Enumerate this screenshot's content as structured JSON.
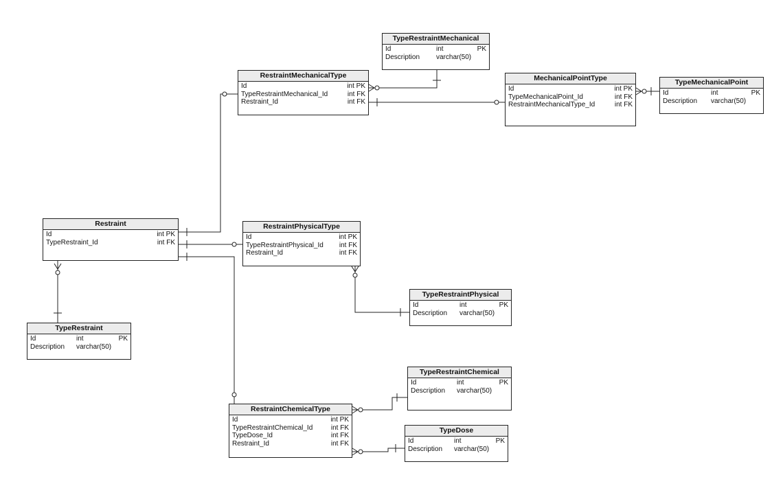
{
  "entities": [
    {
      "id": "TypeRestraintMechanical",
      "title": "TypeRestraintMechanical",
      "columns": [
        {
          "name": "Id",
          "type": "int",
          "key": "PK"
        },
        {
          "name": "Description",
          "type": "varchar(50)",
          "key": ""
        }
      ]
    },
    {
      "id": "RestraintMechanicalType",
      "title": "RestraintMechanicalType",
      "columns": [
        {
          "name": "Id",
          "type": "int PK"
        },
        {
          "name": "TypeRestraintMechanical_Id",
          "type": "int FK"
        },
        {
          "name": "Restraint_Id",
          "type": "int FK"
        }
      ]
    },
    {
      "id": "MechanicalPointType",
      "title": "MechanicalPointType",
      "columns": [
        {
          "name": "Id",
          "type": "int PK"
        },
        {
          "name": "TypeMechanicalPoint_Id",
          "type": "int FK"
        },
        {
          "name": "RestraintMechanicalType_Id",
          "type": "int FK"
        }
      ]
    },
    {
      "id": "TypeMechanicalPoint",
      "title": "TypeMechanicalPoint",
      "columns": [
        {
          "name": "Id",
          "type": "int",
          "key": "PK"
        },
        {
          "name": "Description",
          "type": "varchar(50)",
          "key": ""
        }
      ]
    },
    {
      "id": "Restraint",
      "title": "Restraint",
      "columns": [
        {
          "name": "Id",
          "type": "int PK"
        },
        {
          "name": "TypeRestraint_Id",
          "type": "int FK"
        }
      ]
    },
    {
      "id": "RestraintPhysicalType",
      "title": "RestraintPhysicalType",
      "columns": [
        {
          "name": "Id",
          "type": "int PK"
        },
        {
          "name": "TypeRestraintPhysical_Id",
          "type": "int FK"
        },
        {
          "name": "Restraint_Id",
          "type": "int FK"
        }
      ]
    },
    {
      "id": "TypeRestraintPhysical",
      "title": "TypeRestraintPhysical",
      "columns": [
        {
          "name": "Id",
          "type": "int",
          "key": "PK"
        },
        {
          "name": "Description",
          "type": "varchar(50)",
          "key": ""
        }
      ]
    },
    {
      "id": "TypeRestraint",
      "title": "TypeRestraint",
      "columns": [
        {
          "name": "Id",
          "type": "int",
          "key": "PK"
        },
        {
          "name": "Description",
          "type": "varchar(50)",
          "key": ""
        }
      ]
    },
    {
      "id": "TypeRestraintChemical",
      "title": "TypeRestraintChemical",
      "columns": [
        {
          "name": "Id",
          "type": "int",
          "key": "PK"
        },
        {
          "name": "Description",
          "type": "varchar(50)",
          "key": ""
        }
      ]
    },
    {
      "id": "RestraintChemicalType",
      "title": "RestraintChemicalType",
      "columns": [
        {
          "name": "Id",
          "type": "int PK"
        },
        {
          "name": "TypeRestraintChemical_Id",
          "type": "int FK"
        },
        {
          "name": "TypeDose_Id",
          "type": "int FK"
        },
        {
          "name": "Restraint_Id",
          "type": "int FK"
        }
      ]
    },
    {
      "id": "TypeDose",
      "title": "TypeDose",
      "columns": [
        {
          "name": "Id",
          "type": "int",
          "key": "PK"
        },
        {
          "name": "Description",
          "type": "varchar(50)",
          "key": ""
        }
      ]
    }
  ],
  "relationships": [
    {
      "from": "Restraint",
      "to": "RestraintMechanicalType",
      "from_end": "one",
      "to_end": "zero-or-one"
    },
    {
      "from": "TypeRestraintMechanical",
      "to": "RestraintMechanicalType",
      "from_end": "one",
      "to_end": "zero-or-many"
    },
    {
      "from": "RestraintMechanicalType",
      "to": "MechanicalPointType",
      "from_end": "one",
      "to_end": "zero-or-one"
    },
    {
      "from": "TypeMechanicalPoint",
      "to": "MechanicalPointType",
      "from_end": "one",
      "to_end": "zero-or-many"
    },
    {
      "from": "Restraint",
      "to": "RestraintPhysicalType",
      "from_end": "one",
      "to_end": "zero-or-one"
    },
    {
      "from": "TypeRestraintPhysical",
      "to": "RestraintPhysicalType",
      "from_end": "one",
      "to_end": "zero-or-many"
    },
    {
      "from": "TypeRestraint",
      "to": "Restraint",
      "from_end": "one",
      "to_end": "zero-or-many"
    },
    {
      "from": "Restraint",
      "to": "RestraintChemicalType",
      "from_end": "one",
      "to_end": "zero-or-one"
    },
    {
      "from": "TypeRestraintChemical",
      "to": "RestraintChemicalType",
      "from_end": "one",
      "to_end": "zero-or-many"
    },
    {
      "from": "TypeDose",
      "to": "RestraintChemicalType",
      "from_end": "one",
      "to_end": "zero-or-many"
    }
  ]
}
